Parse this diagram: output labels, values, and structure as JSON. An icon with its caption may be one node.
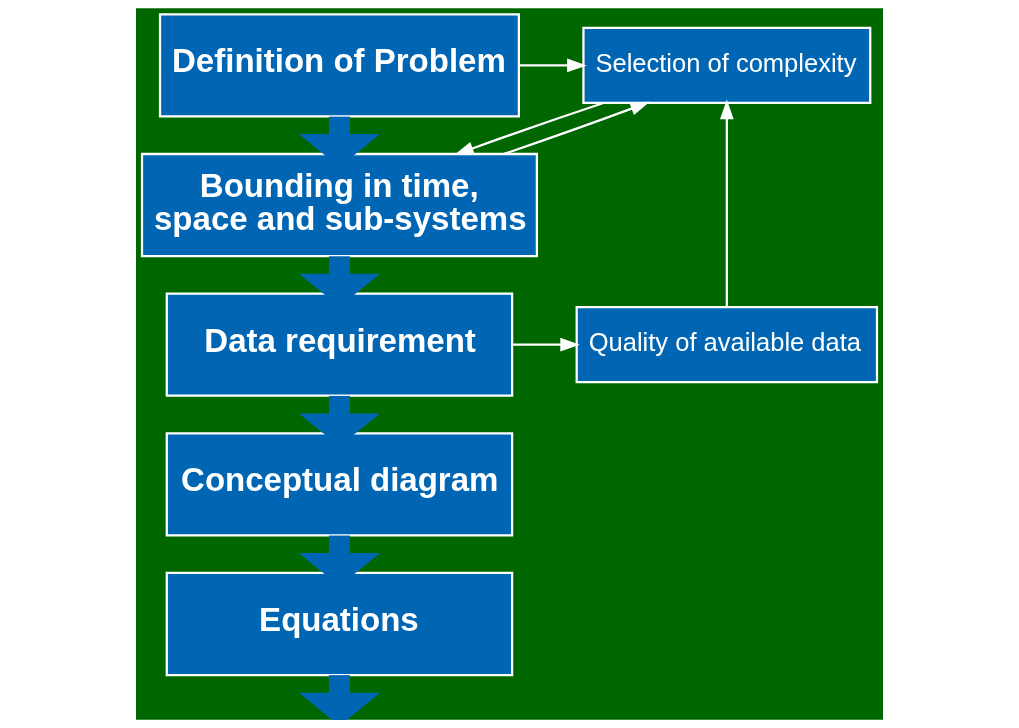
{
  "diagram": {
    "nodes": [
      {
        "text": [
          "Definition of Problem"
        ]
      },
      {
        "text": [
          "Bounding in time, space and sub-systems"
        ]
      },
      {
        "text": [
          "Data requirement"
        ]
      },
      {
        "text": [
          "Conceptual diagram"
        ]
      },
      {
        "text": [
          "Equations"
        ]
      },
      {
        "text": [
          "Selection of complexity"
        ]
      },
      {
        "text": [
          "Quality of available data"
        ]
      }
    ],
    "edges": [
      {
        "from": 0,
        "to": 1,
        "arrow": "to",
        "style": "thick",
        "color": "#0066b3"
      },
      {
        "from": 1,
        "to": 2,
        "arrow": "to",
        "style": "thick",
        "color": "#0066b3"
      },
      {
        "from": 2,
        "to": 3,
        "arrow": "to",
        "style": "thick",
        "color": "#0066b3"
      },
      {
        "from": 3,
        "to": 4,
        "arrow": "to",
        "style": "thick",
        "color": "#0066b3"
      },
      {
        "from": 4,
        "to": null,
        "arrow": "to",
        "style": "thick",
        "color": "#0066b3"
      },
      {
        "from": 0,
        "to": 5,
        "arrow": "to",
        "color": "#ffffff"
      },
      {
        "from": 1,
        "to": 5,
        "arrow": "to",
        "color": "#ffffff"
      },
      {
        "from": 5,
        "to": 1,
        "arrow": "to",
        "color": "#ffffff"
      },
      {
        "from": 2,
        "to": 6,
        "arrow": "to",
        "color": "#ffffff"
      },
      {
        "from": 6,
        "to": 5,
        "arrow": "to",
        "color": "#ffffff"
      }
    ]
  }
}
